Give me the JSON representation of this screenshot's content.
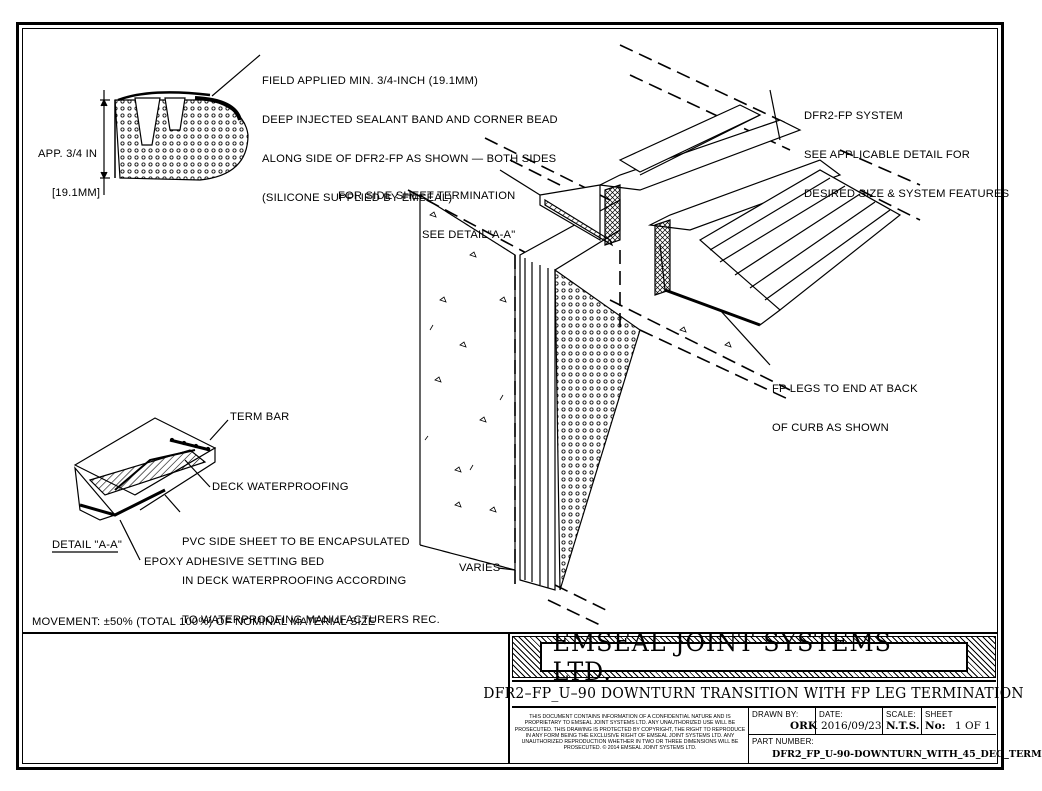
{
  "notes": {
    "field_applied": [
      "FIELD APPLIED MIN. 3/4-INCH (19.1mm)",
      "DEEP INJECTED SEALANT BAND AND CORNER BEAD",
      "ALONG SIDE OF DFR2-FP AS SHOWN — BOTH SIDES",
      "(SILICONE SUPPLIED BY EMSEAL)"
    ],
    "app_dim": [
      "APP. 3/4 IN",
      "[19.1mm]"
    ],
    "system": [
      "DFR2-FP SYSTEM",
      "SEE APPLICABLE DETAIL FOR",
      "DESIRED SIZE & SYSTEM FEATURES"
    ],
    "side_sheet": [
      "FOR SIDE SHEET TERMINATION",
      "SEE DETAIL\"A-A\""
    ],
    "fp_legs": [
      "FP LEGS TO END AT BACK",
      "OF CURB AS SHOWN"
    ],
    "term_bar": "TERM BAR",
    "deck_waterproofing": "DECK WATERPROOFING",
    "pvc_sheet": [
      "PVC SIDE SHEET TO BE ENCAPSULATED",
      "IN DECK WATERPROOFING ACCORDING",
      "TO WATERPROOFING MANUFACTURERS REC."
    ],
    "detail": "DETAIL \"A-A\"",
    "epoxy": "EPOXY ADHESIVE SETTING BED",
    "varies": "VARIES",
    "movement": "MOVEMENT: ±50% (TOTAL 100%) OF NOMINAL MATERIAL SIZE"
  },
  "title_block": {
    "company": "EMSEAL JOINT SYSTEMS LTD.",
    "title": "DFR2–FP_U–90 DOWNTURN TRANSITION WITH FP LEG TERMINATION",
    "legal": "THIS DOCUMENT CONTAINS INFORMATION OF A CONFIDENTIAL NATURE AND IS PROPRIETARY TO EMSEAL JOINT SYSTEMS LTD. ANY UNAUTHORIZED USE WILL BE PROSECUTED. THIS DRAWING IS PROTECTED BY COPYRIGHT, THE RIGHT TO REPRODUCE IN ANY FORM BEING THE EXCLUSIVE RIGHT OF EMSEAL JOINT SYSTEMS LTD. ANY UNAUTHORIZED REPRODUCTION WHETHER IN TWO OR THREE DIMENSIONS WILL BE PROSECUTED. © 2014 EMSEAL JOINT SYSTEMS LTD.",
    "drawn_by_label": "DRAWN BY:",
    "drawn_by": "ORK",
    "date_label": "DATE:",
    "date": "2016/09/23",
    "scale_label": "SCALE:",
    "scale": "N.T.S.",
    "sheet_label": "SHEET",
    "sheet_no_label": "No:",
    "sheet": "1 OF 1",
    "part_label": "PART NUMBER:",
    "part": "DFR2_FP_U-90-DOWNTURN_WITH_45_DEG_TERM"
  }
}
